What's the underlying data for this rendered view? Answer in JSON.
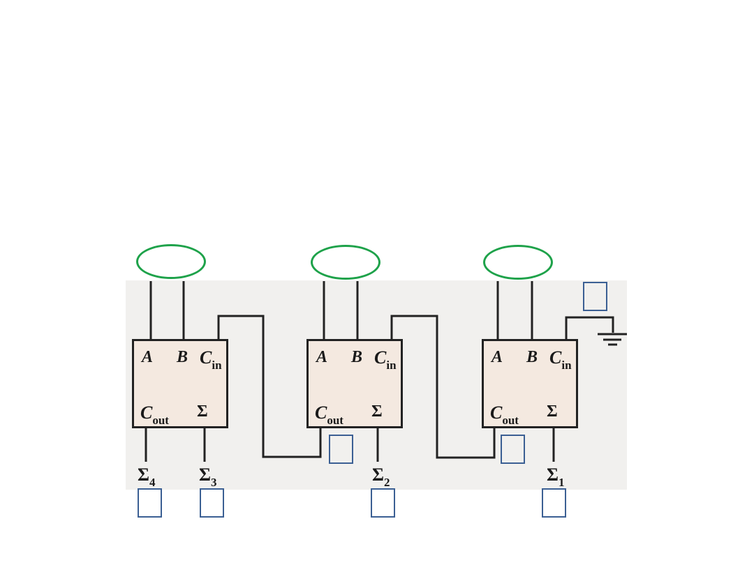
{
  "adders": [
    {
      "a": "A",
      "b": "B",
      "cin_main": "C",
      "cin_sub": "in",
      "cout_main": "C",
      "cout_sub": "out",
      "sum": "Σ"
    },
    {
      "a": "A",
      "b": "B",
      "cin_main": "C",
      "cin_sub": "in",
      "cout_main": "C",
      "cout_sub": "out",
      "sum": "Σ"
    },
    {
      "a": "A",
      "b": "B",
      "cin_main": "C",
      "cin_sub": "in",
      "cout_main": "C",
      "cout_sub": "out",
      "sum": "Σ"
    }
  ],
  "outputs": {
    "sum4": {
      "main": "Σ",
      "sub": "4"
    },
    "sum3": {
      "main": "Σ",
      "sub": "3"
    },
    "sum2": {
      "main": "Σ",
      "sub": "2"
    },
    "sum1": {
      "main": "Σ",
      "sub": "1"
    }
  },
  "colors": {
    "oval_border": "#1ea24a",
    "answer_box_border": "#3b5f93",
    "adder_fill": "#f4e9e0",
    "wire": "#222222"
  }
}
